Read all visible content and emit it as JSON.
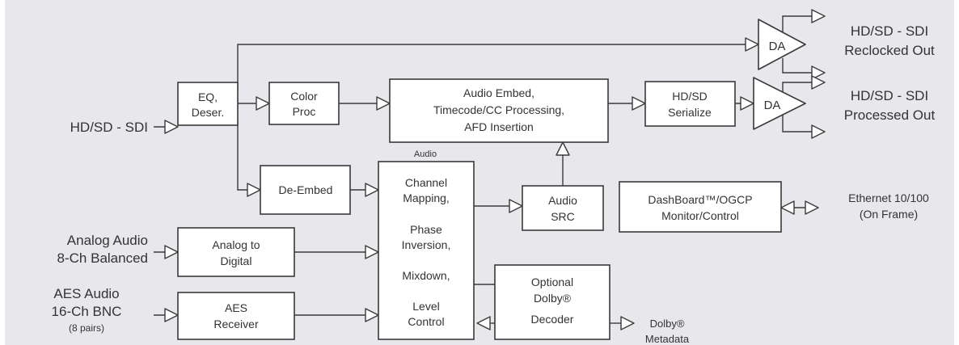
{
  "inputs": {
    "sdi": "HD/SD - SDI",
    "analog_line1": "Analog Audio",
    "analog_line2": "8-Ch Balanced",
    "aes_line1": "AES Audio",
    "aes_line2": "16-Ch BNC",
    "aes_line3": "(8 pairs)"
  },
  "blocks": {
    "eq": [
      "EQ,",
      "Deser."
    ],
    "color": [
      "Color",
      "Proc"
    ],
    "audio_embed": [
      "Audio Embed,",
      "Timecode/CC Processing,",
      "AFD Insertion"
    ],
    "serialize": [
      "HD/SD",
      "Serialize"
    ],
    "de_embed": [
      "De-Embed"
    ],
    "channel": [
      "Channel",
      "Mapping,",
      "Phase",
      "Inversion,",
      "Mixdown,",
      "Level",
      "Control"
    ],
    "src": [
      "Audio",
      "SRC"
    ],
    "dashboard": [
      "DashBoard™/OGCP",
      "Monitor/Control"
    ],
    "analog_to_digital": [
      "Analog to",
      "Digital"
    ],
    "aes_receiver": [
      "AES",
      "Receiver"
    ],
    "dolby_decoder": [
      "Optional",
      "Dolby®",
      "Decoder"
    ]
  },
  "amplifiers": {
    "upper": "DA",
    "lower": "DA"
  },
  "labels": {
    "audio": "Audio"
  },
  "outputs": {
    "reclocked_line1": "HD/SD - SDI",
    "reclocked_line2": "Reclocked Out",
    "processed_line1": "HD/SD - SDI",
    "processed_line2": "Processed Out",
    "ethernet_line1": "Ethernet 10/100",
    "ethernet_line2": "(On Frame)",
    "metadata_line1": "Dolby®",
    "metadata_line2": "Metadata"
  },
  "colors": {
    "background": "#e8e8ec",
    "line": "#3a3a3a",
    "text": "#333333"
  }
}
